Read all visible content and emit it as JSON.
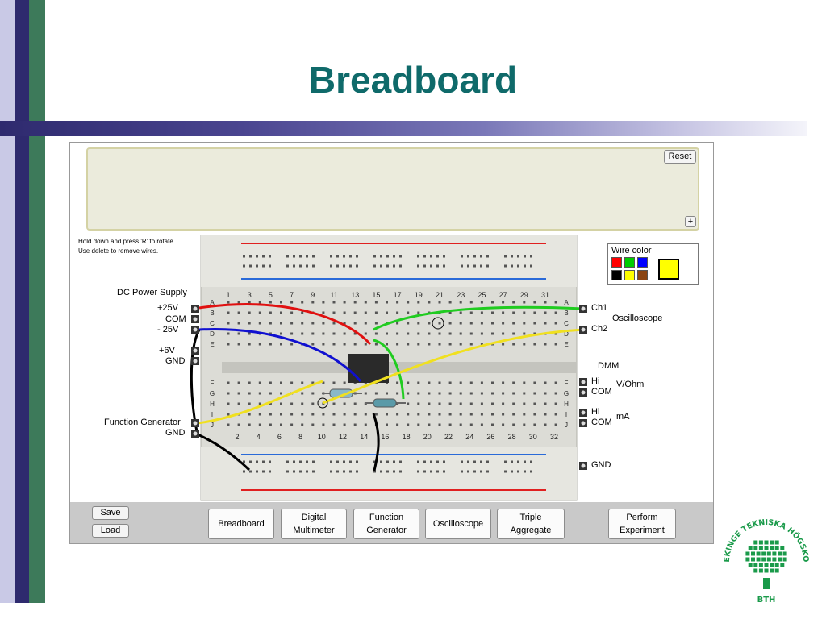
{
  "slide": {
    "title": "Breadboard",
    "colors": {
      "title": "#0f6a6a",
      "bar_dark": "#2e2a6e",
      "bar_light": "#f4f4fa"
    }
  },
  "app": {
    "reset_label": "Reset",
    "expand_label": "+",
    "hint_line1": "Hold down and press 'R' to rotate.",
    "hint_line2": "Use delete to remove wires.",
    "wire_color": {
      "label": "Wire color",
      "swatches": [
        "#ff0000",
        "#00cc00",
        "#0000ff",
        "#000000",
        "#ffff00",
        "#8b4513"
      ],
      "selected": "#ffff00"
    },
    "columns_top": [
      "1",
      "3",
      "5",
      "7",
      "9",
      "11",
      "13",
      "15",
      "17",
      "19",
      "21",
      "23",
      "25",
      "27",
      "29",
      "31"
    ],
    "columns_bottom": [
      "2",
      "4",
      "6",
      "8",
      "10",
      "12",
      "14",
      "16",
      "18",
      "20",
      "22",
      "24",
      "26",
      "28",
      "30",
      "32"
    ],
    "rows_top": [
      "A",
      "B",
      "C",
      "D",
      "E"
    ],
    "rows_bottom": [
      "F",
      "G",
      "H",
      "I",
      "J"
    ],
    "left_labels": {
      "dc_power_supply": "DC Power Supply",
      "plus25": "+25V",
      "com": "COM",
      "minus25": "- 25V",
      "plus6": "+6V",
      "gnd": "GND",
      "function_generator": "Function Generator",
      "fg_gnd": "GND"
    },
    "right_labels": {
      "ch1": "Ch1",
      "ch2": "Ch2",
      "oscilloscope": "Oscilloscope",
      "dmm": "DMM",
      "hi1": "Hi",
      "com1": "COM",
      "v_ohm": "V/Ohm",
      "hi2": "Hi",
      "com2": "COM",
      "ma": "mA",
      "gnd": "GND"
    }
  },
  "bottom_bar": {
    "save": "Save",
    "load": "Load",
    "breadboard": "Breadboard",
    "digital_multimeter": "Digital\nMultimeter",
    "function_generator": "Function\nGenerator",
    "oscilloscope": "Oscilloscope",
    "triple_aggregate": "Triple\nAggregate",
    "perform_experiment": "Perform\nExperiment"
  },
  "logo": {
    "text_top": "BLEKINGE TEKNISKA HÖGSKOLA",
    "text_bottom": "BTH",
    "color": "#1a9a4a"
  }
}
